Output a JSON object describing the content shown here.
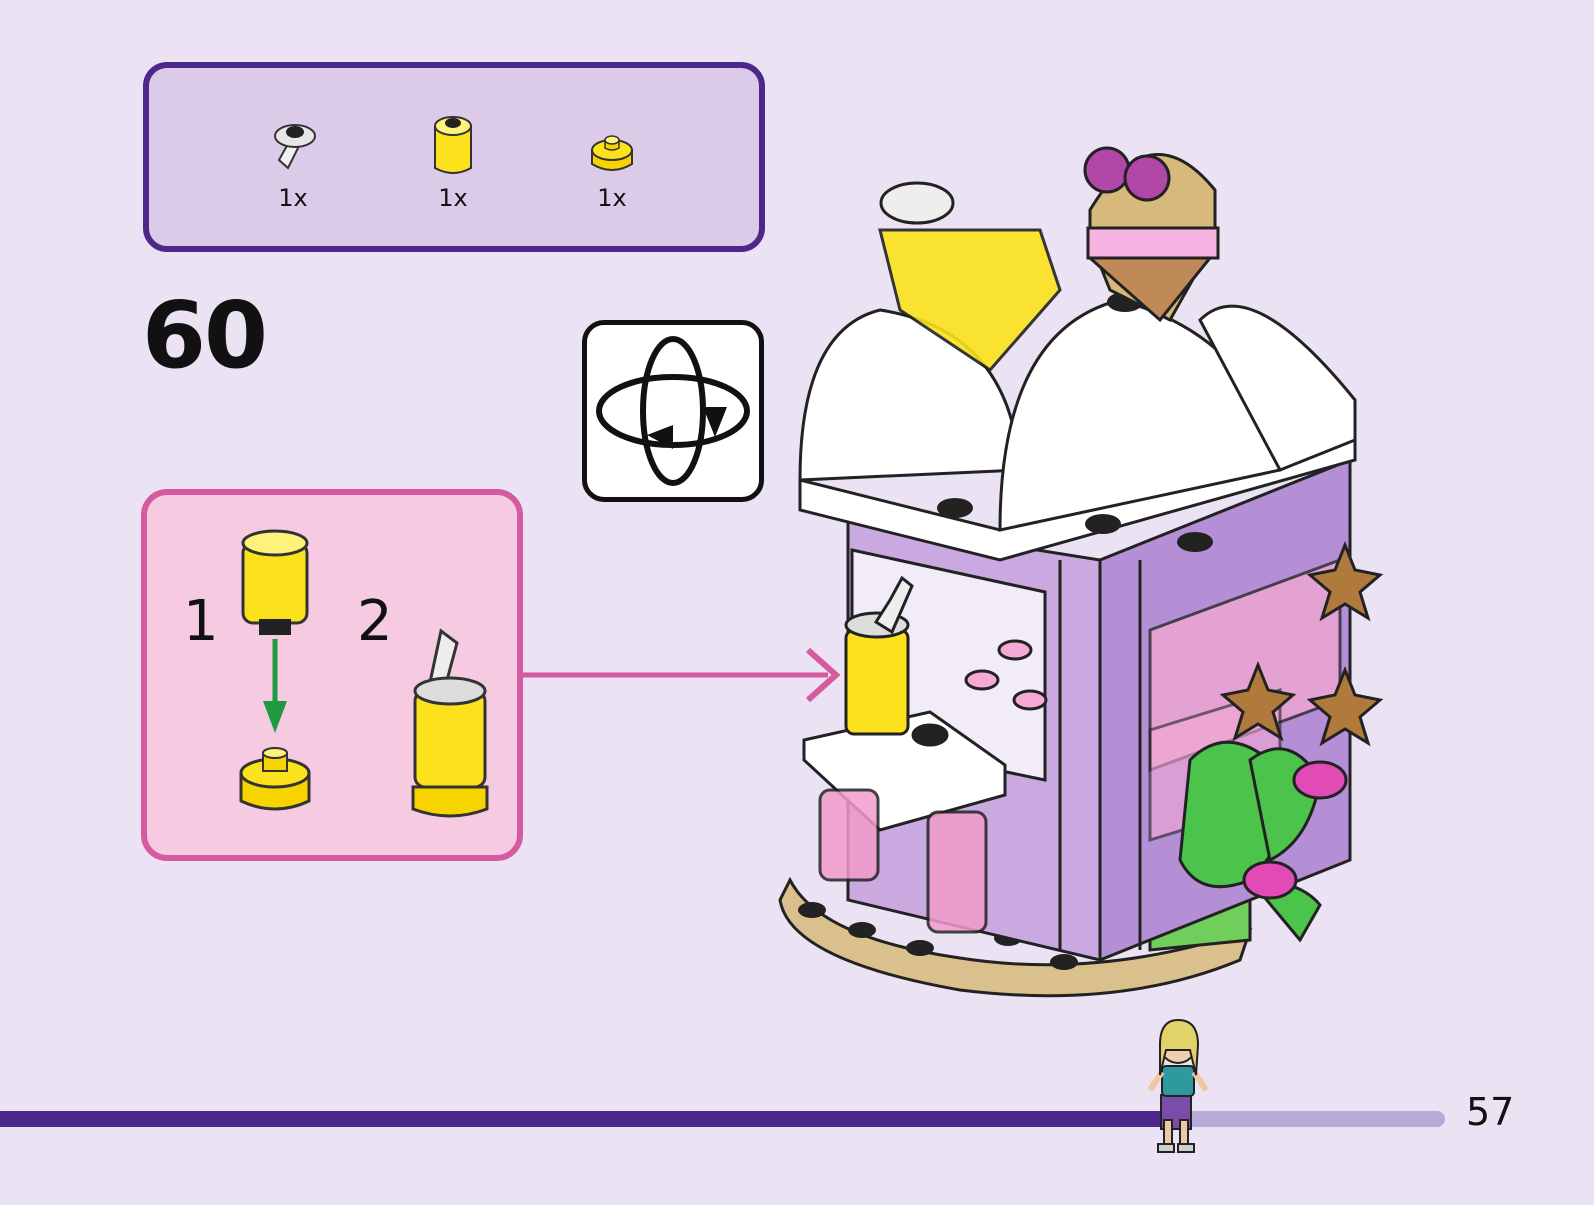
{
  "parts_list": {
    "items": [
      {
        "icon": "round-plate-with-bar-icon",
        "quantity": "1x"
      },
      {
        "icon": "yellow-round-brick-icon",
        "quantity": "1x"
      },
      {
        "icon": "yellow-round-plate-icon",
        "quantity": "1x"
      }
    ]
  },
  "step": {
    "number": "60"
  },
  "rotate_indicator": {
    "icon": "rotate-model-icon"
  },
  "sub_assembly": {
    "step_1_label": "1",
    "step_2_label": "2"
  },
  "page": {
    "number": "57"
  },
  "colors": {
    "page_background": "#ebe3f3",
    "parts_box_border": "#4b2889",
    "parts_box_fill": "#dccbe8",
    "sub_box_border": "#d65aa0",
    "sub_box_fill": "#f6cbe2",
    "progress_done": "#4b2889",
    "progress_remaining": "#b9a9d8",
    "brick_yellow": "#fbe21c",
    "building_lavender": "#c9a9e0",
    "roof_white": "#ffffff",
    "base_tan": "#d9c08c",
    "arrow_green": "#1f9a43"
  },
  "progress": {
    "fraction_complete": 0.78
  }
}
